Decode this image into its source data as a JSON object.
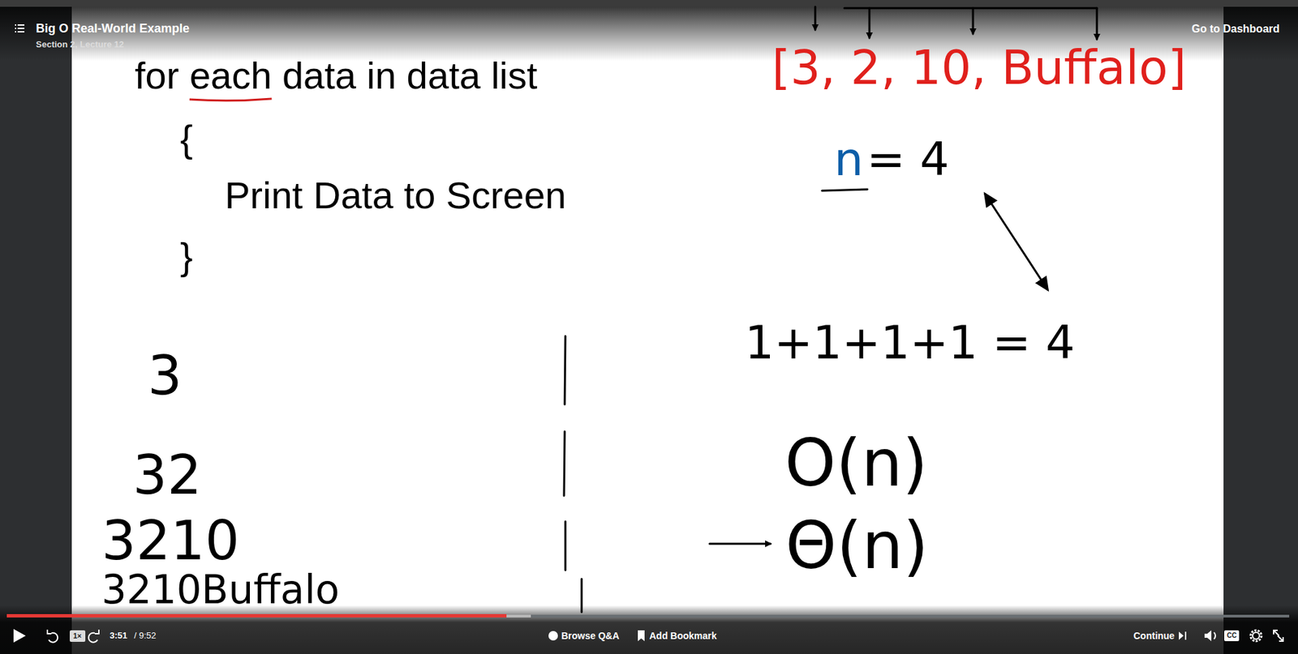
{
  "diagram": {
    "title": "Big O Real-World Example",
    "labels": [
      "Section 2, Lecture 12",
      "Go to Dashboard",
      "for each data in data list",
      "{",
      "Print Data to Screen",
      "}",
      "[3, 2, 10, Buffalo]",
      "n",
      "= 4",
      "1+1+1+1 = 4",
      "O(n)",
      "Θ(n)",
      "3",
      "32",
      "3210",
      "3210Buffalo",
      "1×",
      "3:51",
      "/ 9:52",
      "Browse Q&A",
      "Add Bookmark",
      "Continue",
      "CC"
    ]
  }
}
